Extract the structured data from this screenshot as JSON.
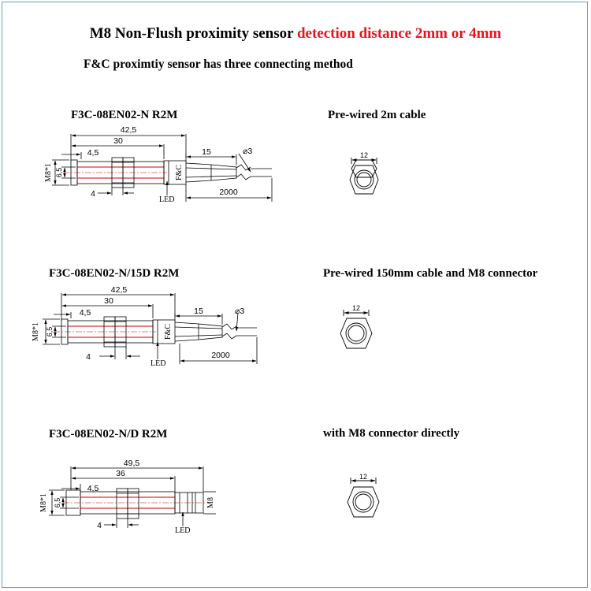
{
  "title": {
    "main": "M8 Non-Flush proximity sensor",
    "highlight": "detection distance 2mm or 4mm",
    "highlight_color": "#e8141c"
  },
  "subtitle": "F&C  proximtiy sensor has three connecting method",
  "sections": [
    {
      "model": "F3C-08EN02-N R2M",
      "description": "Pre-wired 2m cable",
      "dims": {
        "total": "42,5",
        "body": "30",
        "front": "4,5",
        "nut": "4",
        "cable_len": "15",
        "cable_dia": "3",
        "cable_total": "2000",
        "thread": "M8*1",
        "dia": "6,5",
        "led": "LED",
        "brand": "F&C"
      },
      "hex": "12"
    },
    {
      "model": "F3C-08EN02-N/15D R2M",
      "description": "Pre-wired 150mm cable and M8 connector",
      "dims": {
        "total": "42,5",
        "body": "30",
        "front": "4,5",
        "nut": "4",
        "cable_len": "15",
        "cable_dia": "3",
        "cable_total": "2000",
        "thread": "M8*1",
        "dia": "6,5",
        "led": "LED",
        "brand": "F&C"
      },
      "hex": "12"
    },
    {
      "model": "F3C-08EN02-N/D R2M",
      "description": "with M8 connector directly",
      "dims": {
        "total": "49,5",
        "body": "36",
        "front": "4,5",
        "nut": "4",
        "thread": "M8*1",
        "dia": "6,5",
        "led": "LED",
        "connector": "M8"
      },
      "hex": "12"
    }
  ]
}
